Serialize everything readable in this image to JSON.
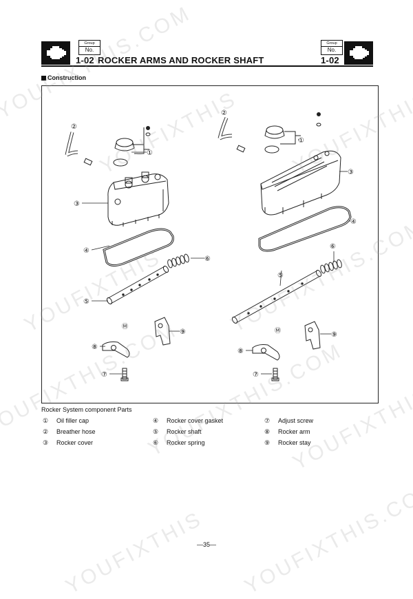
{
  "header": {
    "group_label": "Group",
    "no_label": "No.",
    "section_code": "1-02",
    "title": "ROCKER ARMS AND ROCKER SHAFT",
    "right_code": "1-02",
    "icon": "engine-icon"
  },
  "section": {
    "label": "Construction"
  },
  "diagram": {
    "callouts": [
      "①",
      "②",
      "③",
      "④",
      "⑤",
      "⑥",
      "⑦",
      "⑧",
      "⑨"
    ],
    "m_mark": "M"
  },
  "parts": {
    "title": "Rocker System component Parts",
    "items": [
      {
        "num": "①",
        "label": "Oil filler cap"
      },
      {
        "num": "②",
        "label": "Breather hose"
      },
      {
        "num": "③",
        "label": "Rocker cover"
      },
      {
        "num": "④",
        "label": "Rocker cover gasket"
      },
      {
        "num": "⑤",
        "label": "Rocker shaft"
      },
      {
        "num": "⑥",
        "label": "Rocker spring"
      },
      {
        "num": "⑦",
        "label": "Adjust screw"
      },
      {
        "num": "⑧",
        "label": "Rocker arm"
      },
      {
        "num": "⑨",
        "label": "Rocker stay"
      }
    ]
  },
  "page": {
    "number": "—35—"
  },
  "watermark": {
    "text_a": "YOUFIXTHIS.COM",
    "text_b": "YOUFIXTHIS"
  }
}
